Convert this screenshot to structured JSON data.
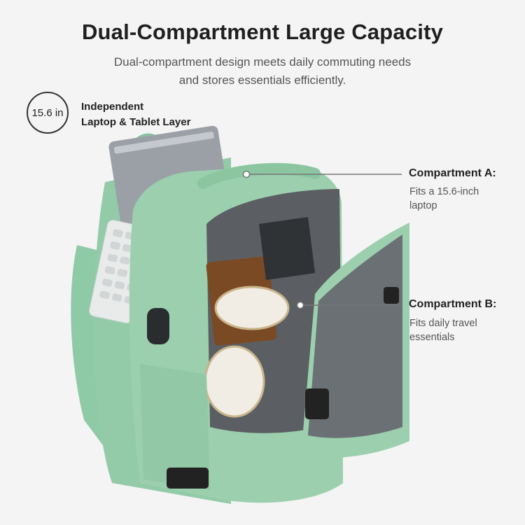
{
  "header": {
    "title": "Dual-Compartment Large Capacity",
    "subtitle_line1": "Dual-compartment design meets daily commuting needs",
    "subtitle_line2": "and stores essentials efficiently."
  },
  "badge": {
    "text": "15.6 in",
    "label_line1": "Independent",
    "label_line2": "Laptop & Tablet Layer"
  },
  "callouts": {
    "a": {
      "title": "Compartment A:",
      "desc_line1": "Fits a 15.6-inch",
      "desc_line2": "laptop"
    },
    "b": {
      "title": "Compartment B:",
      "desc_line1": "Fits daily travel",
      "desc_line2": "essentials"
    }
  },
  "colors": {
    "background": "#f4f4f4",
    "bag_green": "#9ccfae",
    "bag_green_dark": "#7fb996",
    "lining_gray": "#5b5f63"
  }
}
